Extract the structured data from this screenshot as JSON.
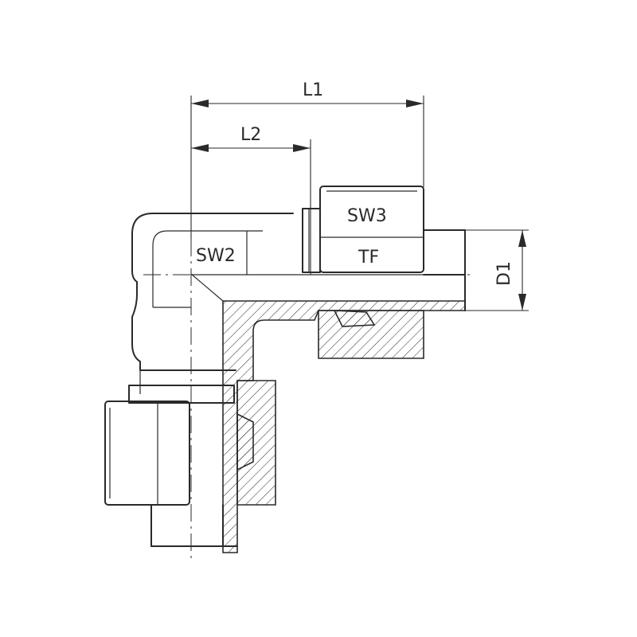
{
  "diagram": {
    "labels": {
      "l1": "L1",
      "l2": "L2",
      "sw2": "SW2",
      "sw3": "SW3",
      "tf": "TF",
      "d1": "D1"
    }
  }
}
